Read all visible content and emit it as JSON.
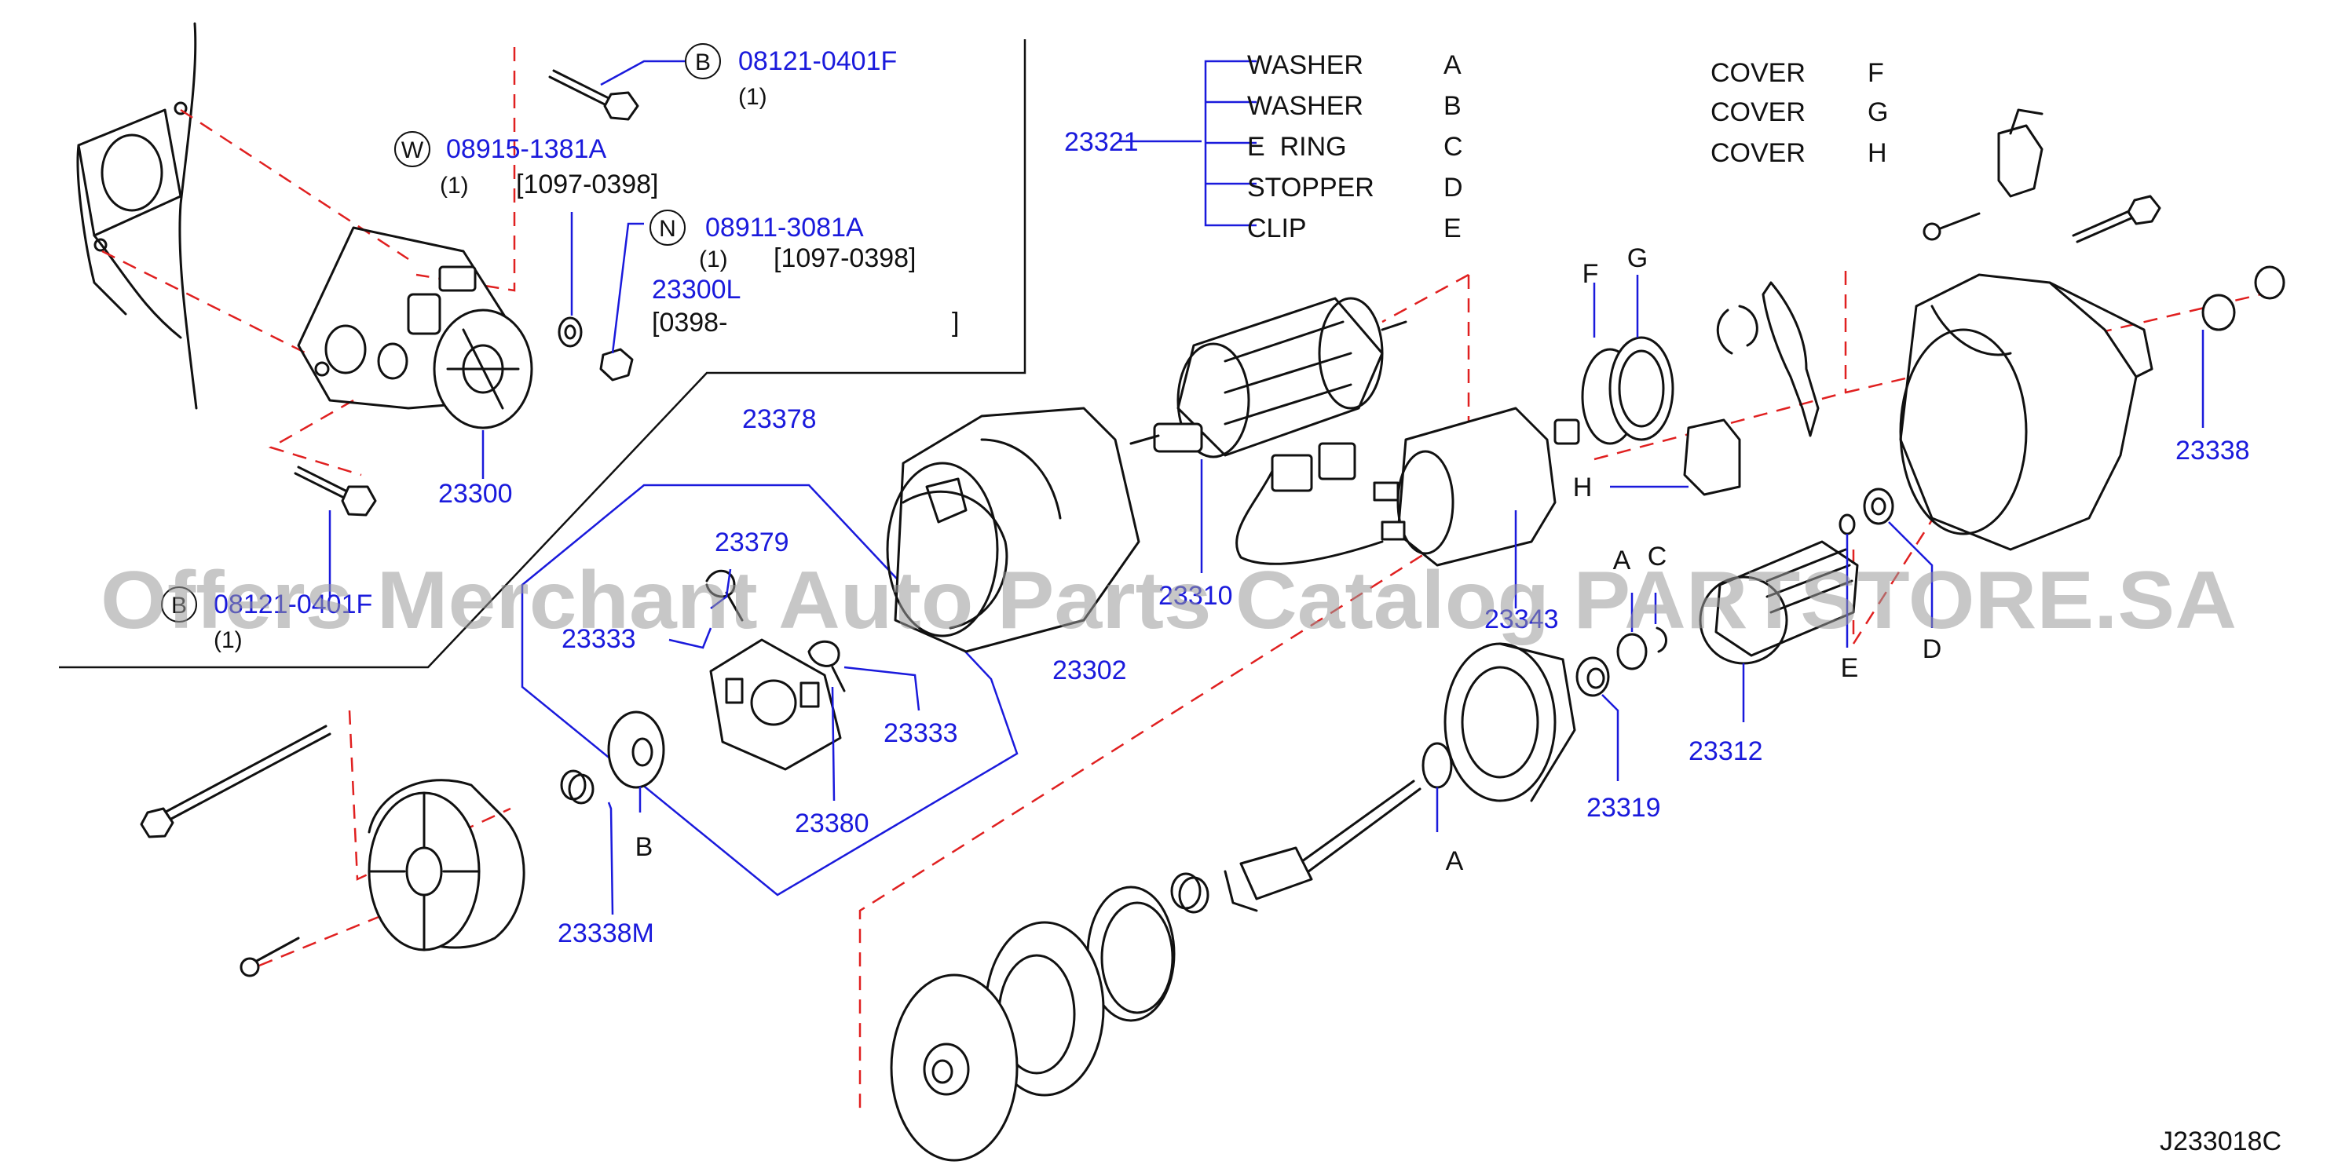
{
  "diagram_code": "J233018C",
  "watermark": "Offers Merchant Auto Parts Catalog PARTSTORE.SA",
  "callouts": {
    "bolt_b_top": {
      "letter": "B",
      "part": "08121-0401F",
      "qty": "(1)"
    },
    "washer_w": {
      "letter": "W",
      "part": "08915-1381A",
      "qty": "(1)",
      "range": "[1097-0398]"
    },
    "nut_n": {
      "letter": "N",
      "part": "08911-3081A",
      "qty": "(1)",
      "range": "[1097-0398]"
    },
    "alt_assy": {
      "part": "23300L",
      "range": "[0398-",
      "range_end": "]"
    },
    "bolt_b_bottom": {
      "letter": "B",
      "part": "08121-0401F",
      "qty": "(1)"
    }
  },
  "parts": {
    "starter_assy": "23300",
    "brush_set": "23378",
    "brush_holder": "23379",
    "spring_left": "23333",
    "spring_right": "23333",
    "brush_plate": "23380",
    "bushing_rear": "23338M",
    "yoke": "23302",
    "armature": "23310",
    "solenoid": "23343",
    "pinion_clutch": "23312",
    "stopper_ring": "23319",
    "bushing_front": "23338",
    "washer_kit": "23321"
  },
  "kit_23321": [
    {
      "name": "WASHER",
      "letter": "A"
    },
    {
      "name": "WASHER",
      "letter": "B"
    },
    {
      "name": "E  RING",
      "letter": "C"
    },
    {
      "name": "STOPPER",
      "letter": "D"
    },
    {
      "name": "CLIP",
      "letter": "E"
    }
  ],
  "covers": [
    {
      "name": "COVER",
      "letter": "F"
    },
    {
      "name": "COVER",
      "letter": "G"
    },
    {
      "name": "COVER",
      "letter": "H"
    }
  ],
  "letter_labels": {
    "b_washer": "B",
    "a_washer_lower": "A",
    "a_upper": "A",
    "c_upper": "C",
    "e_clip": "E",
    "d_stopper": "D",
    "f_cover": "F",
    "g_cover": "G",
    "h_cover": "H"
  }
}
